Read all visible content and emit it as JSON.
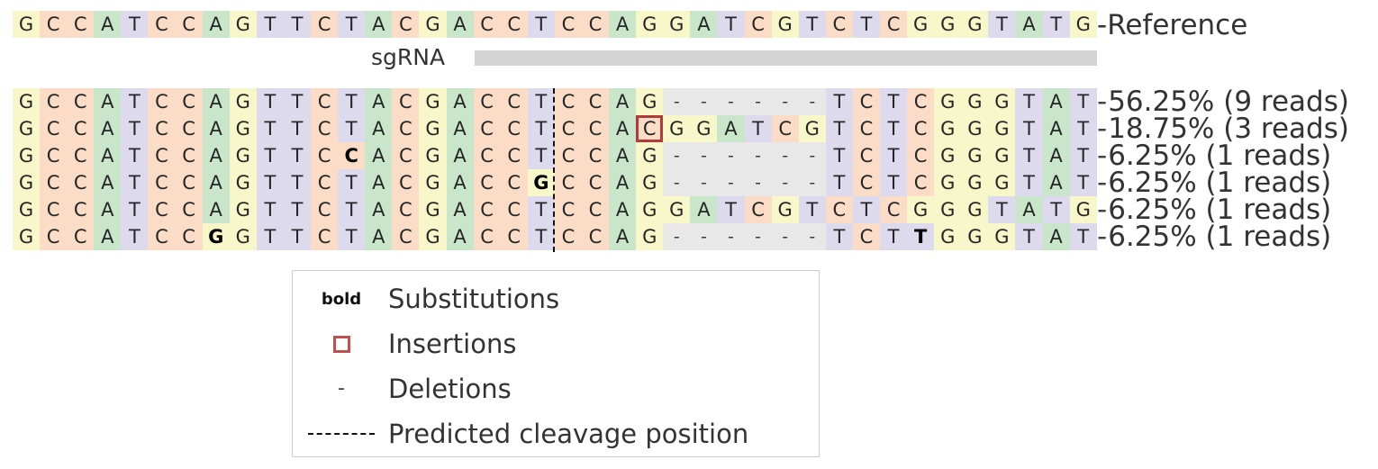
{
  "chart_data": {
    "type": "table",
    "title": "CRISPResso allele frequency alignment plot",
    "reference_label": "Reference",
    "sgrna_label": "sgRNA",
    "reference_sequence": "GCCATCCAGTTCTACGACCTCCAGGATCGTCTCGGGTATG",
    "n_columns": 40,
    "cleavage_after_column": 20,
    "sgrna_start_column": 17,
    "sgrna_end_column": 40,
    "alleles": [
      {
        "sequence": "GCCATCCAGTTCTACGACCTCCAG------TCTCGGGTATG",
        "percent": "56.25%",
        "reads": "9 reads",
        "label": "56.25% (9 reads)",
        "substitution_positions": [],
        "insertion_positions": [],
        "deletion_positions": [
          25,
          26,
          27,
          28,
          29,
          30
        ]
      },
      {
        "sequence": "GCCATCCAGTTCTACGACCTCCACGGATCGTCTCGGGTAT",
        "percent": "18.75%",
        "reads": "3 reads",
        "label": "18.75% (3 reads)",
        "substitution_positions": [],
        "insertion_positions": [
          24
        ],
        "deletion_positions": []
      },
      {
        "sequence": "GCCATCCAGTTCCACGACCTCCAG------TCTCGGGTATG",
        "percent": "6.25%",
        "reads": "1 reads",
        "label": "6.25% (1 reads)",
        "substitution_positions": [
          13
        ],
        "insertion_positions": [],
        "deletion_positions": [
          25,
          26,
          27,
          28,
          29,
          30
        ]
      },
      {
        "sequence": "GCCATCCAGTTCTACGACCGCCAG------TCTCGGGTATG",
        "percent": "6.25%",
        "reads": "1 reads",
        "label": "6.25% (1 reads)",
        "substitution_positions": [
          20
        ],
        "insertion_positions": [],
        "deletion_positions": [
          25,
          26,
          27,
          28,
          29,
          30
        ]
      },
      {
        "sequence": "GCCATCCAGTTCTACGACCTCCAGGATCGTCTCGGGTATG",
        "percent": "6.25%",
        "reads": "1 reads",
        "label": "6.25% (1 reads)",
        "substitution_positions": [],
        "insertion_positions": [],
        "deletion_positions": []
      },
      {
        "sequence": "GCCATCCGGTTCTACGACCTCCAG------TCTTGGGTATG",
        "percent": "6.25%",
        "reads": "1 reads",
        "label": "6.25% (1 reads)",
        "substitution_positions": [
          8,
          34
        ],
        "insertion_positions": [],
        "deletion_positions": [
          25,
          26,
          27,
          28,
          29,
          30
        ]
      }
    ],
    "base_colors": {
      "A": "#c9e6cb",
      "C": "#fadcc7",
      "G": "#f7f7c9",
      "T": "#dedaee",
      "deletion": "#e8e8e8"
    },
    "insertion_box_color": "#b33a3a",
    "sgrna_bar_color": "#d4d4d4",
    "cleavage_line_color": "#111111"
  },
  "legend": {
    "items": [
      {
        "key": "bold",
        "key_icon": "bold-text",
        "label": "Substitutions"
      },
      {
        "key": "",
        "key_icon": "red-square-icon",
        "label": "Insertions"
      },
      {
        "key": "-",
        "key_icon": "dash-icon",
        "label": "Deletions"
      },
      {
        "key": "",
        "key_icon": "dashed-line-icon",
        "label": "Predicted cleavage position"
      }
    ]
  }
}
